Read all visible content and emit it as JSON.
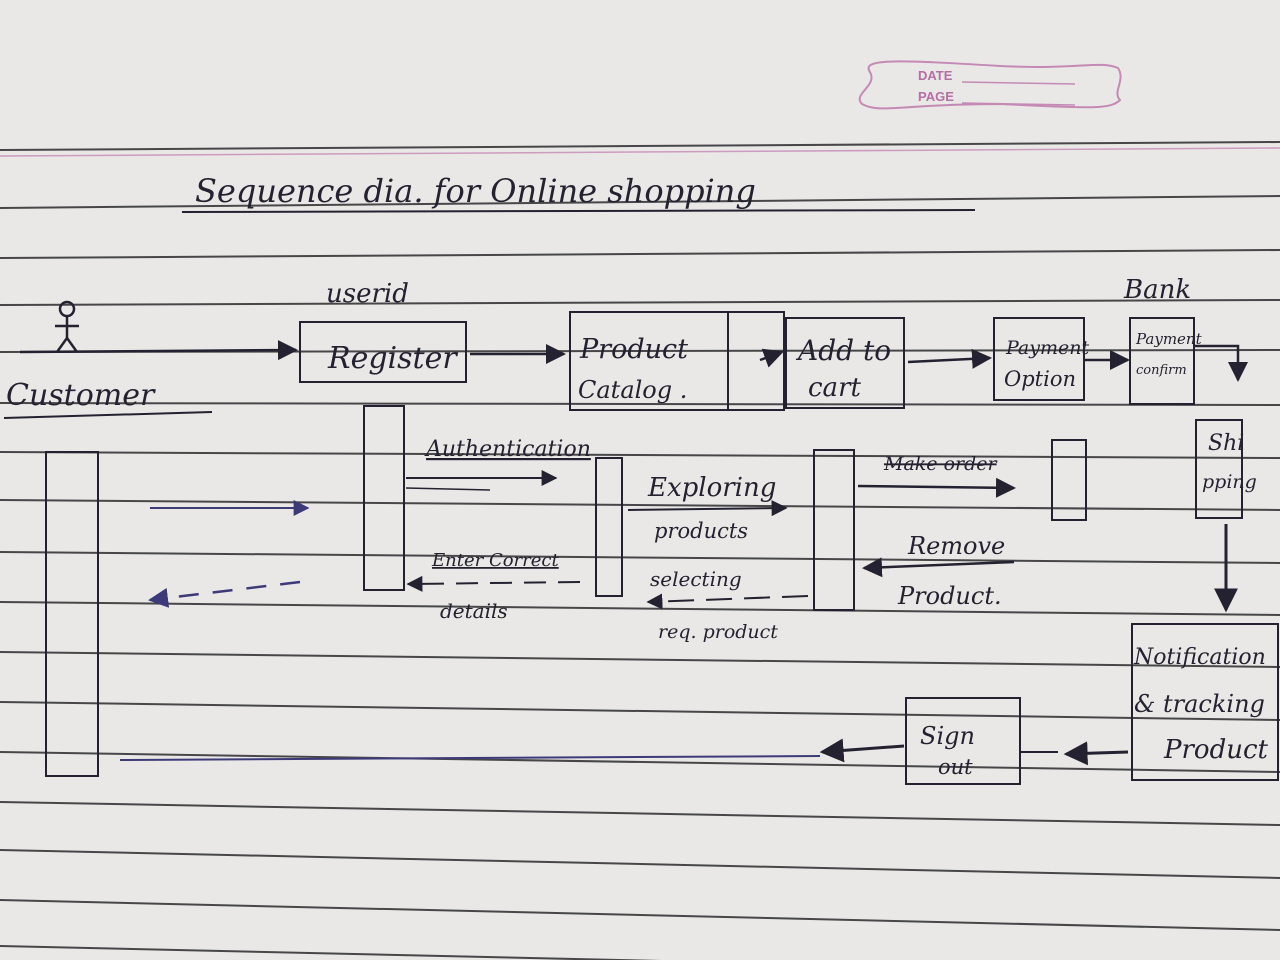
{
  "header_stamp": {
    "date_label": "DATE",
    "page_label": "PAGE"
  },
  "title": "Sequence dia. for Online shopping",
  "actor": {
    "name": "Customer"
  },
  "annotations": {
    "userid": "userid",
    "bank": "Bank"
  },
  "boxes": {
    "register": "Register",
    "catalog_1": "Product",
    "catalog_2": "Catalog .",
    "cart_1": "Add to",
    "cart_2": "cart",
    "payopt_1": "Payment",
    "payopt_2": "Option",
    "payconf_1": "Payment",
    "payconf_2": "confirm",
    "ship_1": "Shi",
    "ship_2": "pping",
    "notif_1": "Notification",
    "notif_2": "& tracking",
    "notif_3": "Product",
    "signout_1": "Sign",
    "signout_2": "out"
  },
  "messages": {
    "authentication": "Authentication",
    "enter_1": "Enter Correct",
    "enter_2": "details",
    "exploring_1": "Exploring",
    "exploring_2": "products",
    "selecting_1": "selecting",
    "selecting_2": "req. product",
    "make_order": "Make order",
    "remove_1": "Remove",
    "remove_2": "Product."
  },
  "colors": {
    "ink": "#242230",
    "line": "#3d3a7a",
    "stamp": "#b46fa6",
    "paper": "#e9e8e6"
  }
}
